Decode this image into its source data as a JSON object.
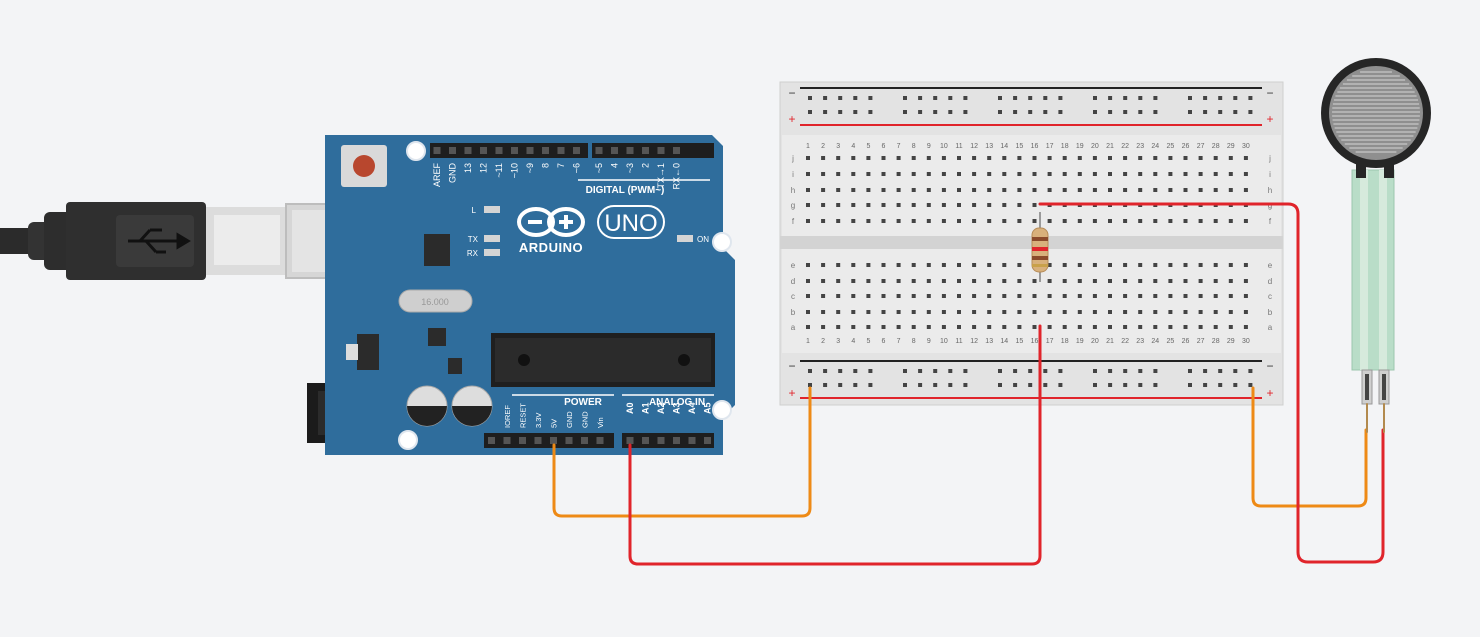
{
  "arduino": {
    "brand": "ARDUINO",
    "model": "UNO",
    "digital_title": "DIGITAL (PWM~)",
    "digital_pins": [
      "AREF",
      "GND",
      "13",
      "12",
      "~11",
      "~10",
      "~9",
      "8",
      "7",
      "~6",
      "~5",
      "4",
      "~3",
      "2",
      "TX→1",
      "RX←0"
    ],
    "power_title": "POWER",
    "power_pins": [
      "IOREF",
      "RESET",
      "3.3V",
      "5V",
      "GND",
      "GND",
      "Vin"
    ],
    "analog_title": "ANALOG IN",
    "analog_pins": [
      "A0",
      "A1",
      "A2",
      "A3",
      "A4",
      "A5"
    ],
    "led_l": "L",
    "led_tx": "TX",
    "led_rx": "RX",
    "led_on": "ON",
    "crystal": "16.000"
  },
  "breadboard": {
    "columns": 30,
    "row_letters_top": [
      "j",
      "i",
      "h",
      "g",
      "f"
    ],
    "row_letters_bottom": [
      "e",
      "d",
      "c",
      "b",
      "a"
    ],
    "rail_minus": "−",
    "rail_plus": "+"
  },
  "colors": {
    "background": "#f3f4f6",
    "arduino_board": "#2f6d9c",
    "wire_orange": "#ee8a16",
    "wire_red": "#e0242b",
    "rail_red": "#e0242b",
    "rail_black": "#222222"
  }
}
